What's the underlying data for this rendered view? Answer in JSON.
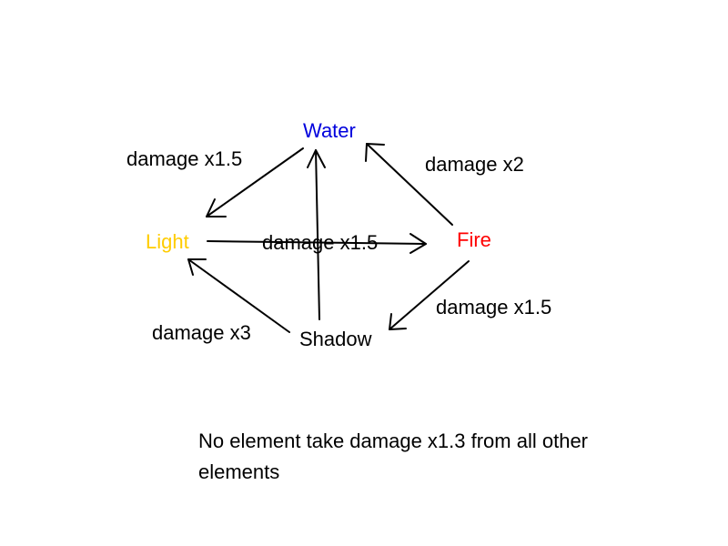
{
  "elements": {
    "water": {
      "label": "Water",
      "color": "#0000dd"
    },
    "fire": {
      "label": "Fire",
      "color": "#ff0000"
    },
    "light": {
      "label": "Light",
      "color": "#ffcc00"
    },
    "shadow": {
      "label": "Shadow",
      "color": "#000000"
    }
  },
  "relations": [
    {
      "from": "Water",
      "to": "Light",
      "label": "damage x1.5"
    },
    {
      "from": "Fire",
      "to": "Water",
      "label": "damage x2"
    },
    {
      "from": "Light",
      "to": "Fire",
      "label": "damage x1.5"
    },
    {
      "from": "Fire",
      "to": "Shadow",
      "label": "damage x1.5"
    },
    {
      "from": "Shadow",
      "to": "Light",
      "label": "damage x3"
    },
    {
      "from": "Shadow",
      "to": "Water",
      "label": null
    }
  ],
  "note": "No element take damage x1.3 from all other elements"
}
